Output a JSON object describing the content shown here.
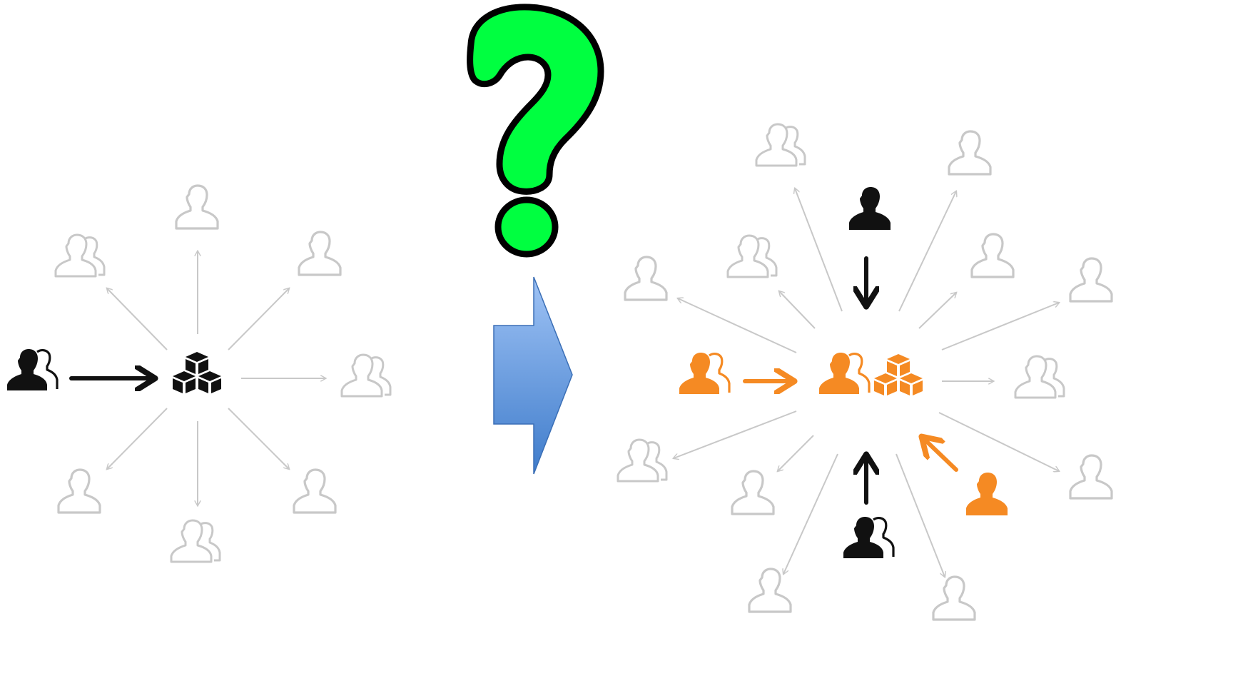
{
  "colors": {
    "background": "#ffffff",
    "gray": "#c8c8c8",
    "black": "#111111",
    "orange": "#f58a23",
    "question_fill": "#00ff40",
    "question_stroke": "#000000",
    "block_arrow_top": "#9fc3f5",
    "block_arrow_bottom": "#3f7ccb",
    "block_arrow_stroke": "#3b6fb6"
  },
  "left_diagram": {
    "description_icons": [
      "group-icon",
      "user-icon",
      "boxes-icon"
    ],
    "source": {
      "icon": "group-icon",
      "color": "black"
    },
    "hub": {
      "icon": "boxes-icon",
      "color": "black"
    },
    "targets": [
      {
        "icon": "user-icon"
      },
      {
        "icon": "user-icon"
      },
      {
        "icon": "group-icon"
      },
      {
        "icon": "user-icon"
      },
      {
        "icon": "group-icon"
      },
      {
        "icon": "user-icon"
      },
      {
        "icon": "group-icon"
      }
    ]
  },
  "transition": {
    "question_mark_icon": "question-mark-icon",
    "block_arrow_icon": "right-block-arrow-icon"
  },
  "right_diagram": {
    "hub": {
      "icons": [
        "group-icon",
        "boxes-icon"
      ],
      "color": "orange"
    },
    "sources": [
      {
        "icon": "group-icon",
        "color": "orange",
        "side": "left"
      },
      {
        "icon": "user-icon",
        "color": "black",
        "side": "top"
      },
      {
        "icon": "group-icon",
        "color": "black",
        "side": "bottom"
      },
      {
        "icon": "user-icon",
        "color": "orange",
        "side": "bottom-right"
      }
    ],
    "target_count": 16
  }
}
